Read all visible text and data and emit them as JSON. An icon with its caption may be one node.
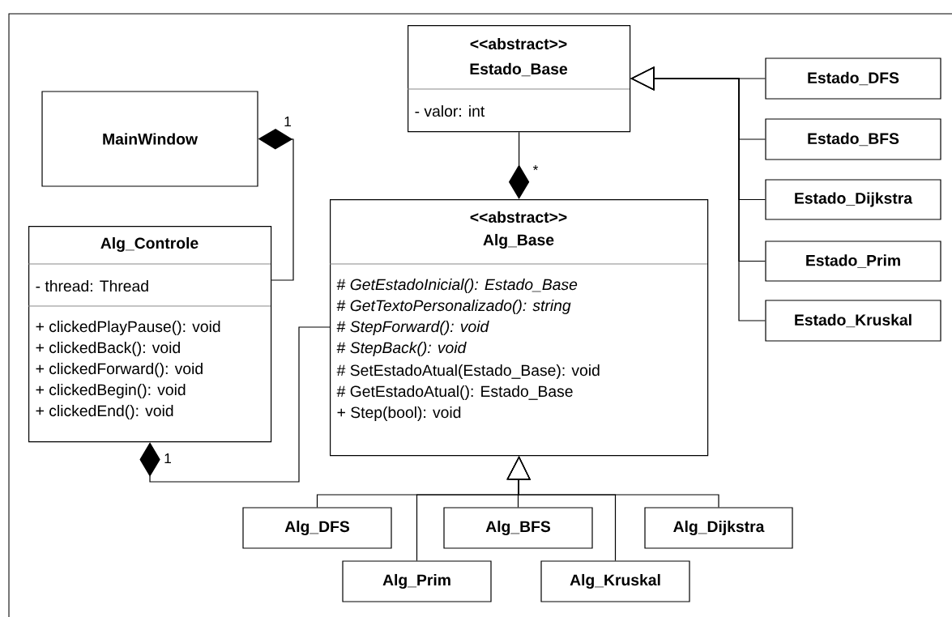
{
  "diagram": {
    "nodes": [
      {
        "text": [
          "<<abstract>>",
          "Estado_Base",
          "- valor: int"
        ]
      },
      {
        "text": [
          "MainWindow"
        ]
      },
      {
        "text": [
          "Alg_Controle",
          "- thread: Thread",
          "+ clickedPlayPause(): void",
          "+ clickedBack(): void",
          "+ clickedForward(): void",
          "+ clickedBegin(): void",
          "+ clickedEnd(): void"
        ]
      },
      {
        "text": [
          "<<abstract>>",
          "Alg_Base",
          "# *GetEstadoInicial(): Estado_Base*",
          "# *GetTextoPersonalizado(): string*",
          "# *StepForward(): void*",
          "# *StepBack(): void*",
          "# SetEstadoAtual(Estado_Base): void",
          "# GetEstadoAtual(): Estado_Base",
          "+ Step(bool): void"
        ]
      },
      {
        "text": [
          "Estado_DFS"
        ]
      },
      {
        "text": [
          "Estado_BFS"
        ]
      },
      {
        "text": [
          "Estado_Dijkstra"
        ]
      },
      {
        "text": [
          "Estado_Prim"
        ]
      },
      {
        "text": [
          "Estado_Kruskal"
        ]
      },
      {
        "text": [
          "Alg_DFS"
        ]
      },
      {
        "text": [
          "Alg_BFS"
        ]
      },
      {
        "text": [
          "Alg_Dijkstra"
        ]
      },
      {
        "text": [
          "Alg_Prim"
        ]
      },
      {
        "text": [
          "Alg_Kruskal"
        ]
      }
    ],
    "edges": [
      {
        "from": 2,
        "to": 1,
        "arrow": "other",
        "label": "1"
      },
      {
        "from": 3,
        "to": 2,
        "arrow": "other",
        "label": "1"
      },
      {
        "from": 0,
        "to": 3,
        "arrow": "other",
        "label": "*"
      },
      {
        "from": 4,
        "to": 0,
        "arrow": "to"
      },
      {
        "from": 5,
        "to": 0,
        "arrow": "to"
      },
      {
        "from": 6,
        "to": 0,
        "arrow": "to"
      },
      {
        "from": 7,
        "to": 0,
        "arrow": "to"
      },
      {
        "from": 8,
        "to": 0,
        "arrow": "to"
      },
      {
        "from": 9,
        "to": 3,
        "arrow": "to"
      },
      {
        "from": 10,
        "to": 3,
        "arrow": "to"
      },
      {
        "from": 11,
        "to": 3,
        "arrow": "to"
      },
      {
        "from": 12,
        "to": 3,
        "arrow": "to"
      },
      {
        "from": 13,
        "to": 3,
        "arrow": "to"
      }
    ]
  }
}
